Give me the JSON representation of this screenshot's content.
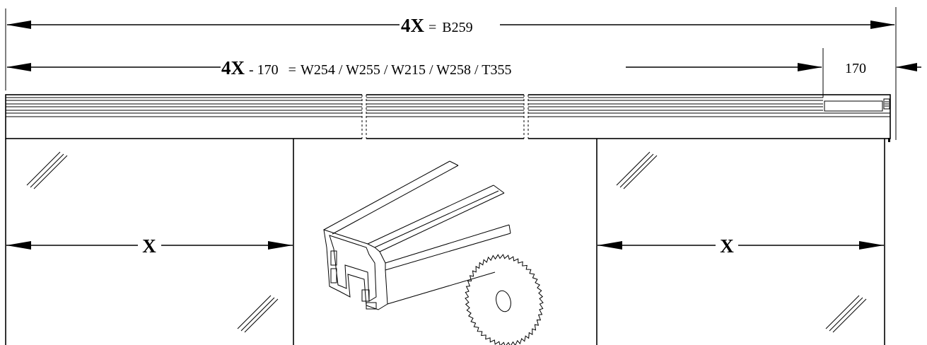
{
  "dimensions": {
    "total": {
      "factor": "4X",
      "equals": "=",
      "code": "B259"
    },
    "cut": {
      "factor": "4X",
      "minus": "- 170",
      "equals": "=",
      "codes": "W254 / W255 / W215 / W258 / T355"
    },
    "offset": "170",
    "panel_left": "X",
    "panel_right": "X"
  }
}
